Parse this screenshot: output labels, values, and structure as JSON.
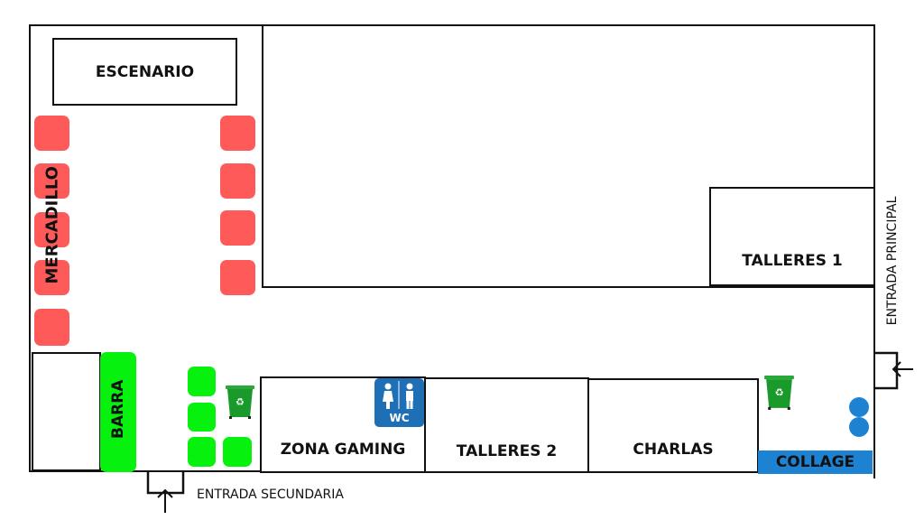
{
  "zones": {
    "escenario": "ESCENARIO",
    "mercadillo": "MERCADILLO",
    "barra": "BARRA",
    "zona_gaming": "ZONA GAMING",
    "talleres_2": "TALLERES 2",
    "charlas": "CHARLAS",
    "talleres_1": "TALLERES 1",
    "collage": "COLLAGE"
  },
  "entrances": {
    "principal": "ENTRADA PRINCIPAL",
    "secundaria": "ENTRADA SECUNDARIA"
  },
  "wc_label": "WC",
  "colors": {
    "stall": "#ff5a5a",
    "bar": "#06f20e",
    "wc": "#1f6fb7",
    "collage": "#1e82d2",
    "bin": "#1a9a2a"
  }
}
